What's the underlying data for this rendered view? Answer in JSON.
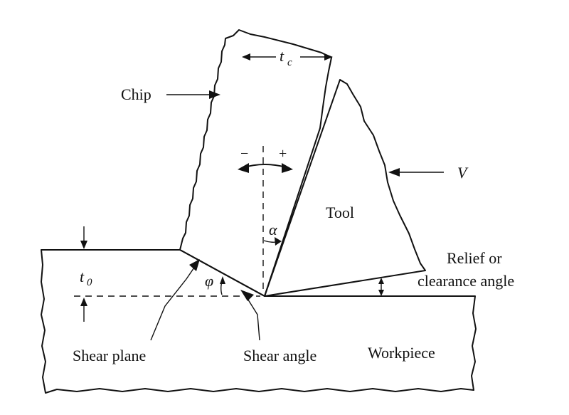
{
  "labels": {
    "chip": "Chip",
    "chip_thickness": "t",
    "chip_thickness_sub": "c",
    "tool": "Tool",
    "velocity": "V",
    "rake_angle": "α",
    "minus": "−",
    "plus": "+",
    "depth": "t",
    "depth_sub": "0",
    "shear_angle_symbol": "φ",
    "relief_line1": "Relief or",
    "relief_line2": "clearance angle",
    "shear_plane": "Shear plane",
    "shear_angle": "Shear angle",
    "workpiece": "Workpiece"
  }
}
